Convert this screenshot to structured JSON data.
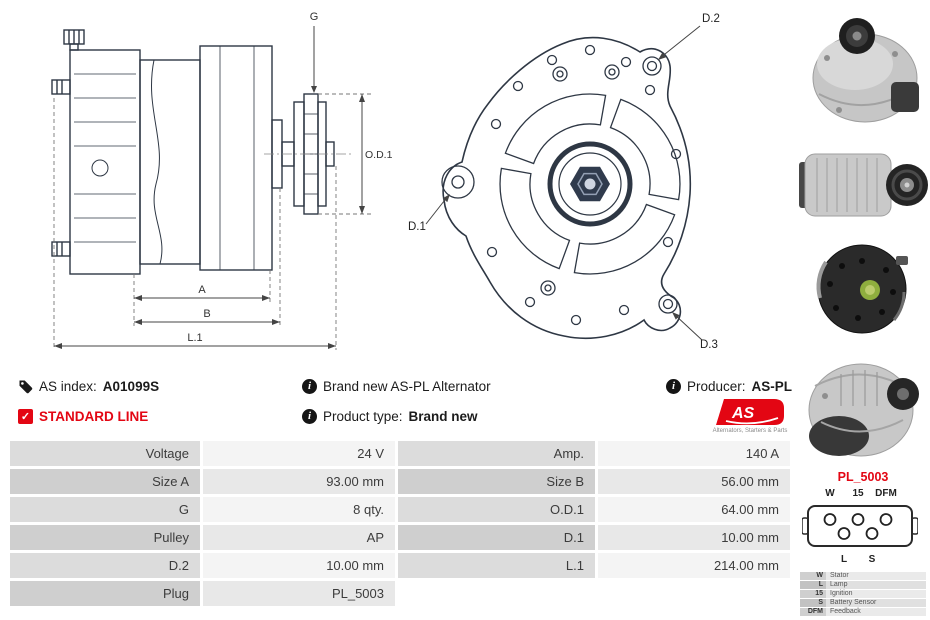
{
  "info": {
    "as_index_label": "AS index:",
    "as_index_value": "A01099S",
    "standard_line_label": "STANDARD LINE",
    "brand_new_text": "Brand new AS-PL Alternator",
    "product_type_label": "Product type:",
    "product_type_value": "Brand new",
    "producer_label": "Producer:",
    "producer_value": "AS-PL",
    "logo_text": "AS",
    "logo_tagline": "Alternators, Starters & Parts"
  },
  "drawings": {
    "side_labels": {
      "g": "G",
      "od1": "O.D.1",
      "a": "A",
      "b": "B",
      "l1": "L.1"
    },
    "front_labels": {
      "d1": "D.1",
      "d2": "D.2",
      "d3": "D.3"
    }
  },
  "spec_table": {
    "rows": [
      {
        "l_label": "Voltage",
        "l_value": "24 V",
        "r_label": "Amp.",
        "r_value": "140 A"
      },
      {
        "l_label": "Size A",
        "l_value": "93.00 mm",
        "r_label": "Size B",
        "r_value": "56.00 mm"
      },
      {
        "l_label": "G",
        "l_value": "8 qty.",
        "r_label": "O.D.1",
        "r_value": "64.00 mm"
      },
      {
        "l_label": "Pulley",
        "l_value": "AP",
        "r_label": "D.1",
        "r_value": "10.00 mm"
      },
      {
        "l_label": "D.2",
        "l_value": "10.00 mm",
        "r_label": "L.1",
        "r_value": "214.00 mm"
      },
      {
        "l_label": "Plug",
        "l_value": "PL_5003",
        "r_label": "",
        "r_value": ""
      }
    ]
  },
  "plug": {
    "name": "PL_5003",
    "top_pins": [
      "W",
      "15",
      "DFM"
    ],
    "bottom_pins": [
      "L",
      "S"
    ],
    "legend": [
      {
        "key": "W",
        "desc": "Stator"
      },
      {
        "key": "L",
        "desc": "Lamp"
      },
      {
        "key": "15",
        "desc": "Ignition"
      },
      {
        "key": "S",
        "desc": "Battery Sensor"
      },
      {
        "key": "DFM",
        "desc": "Feedback"
      }
    ]
  },
  "colors": {
    "brand_red": "#e30613",
    "drawing_line": "#2e3744"
  }
}
